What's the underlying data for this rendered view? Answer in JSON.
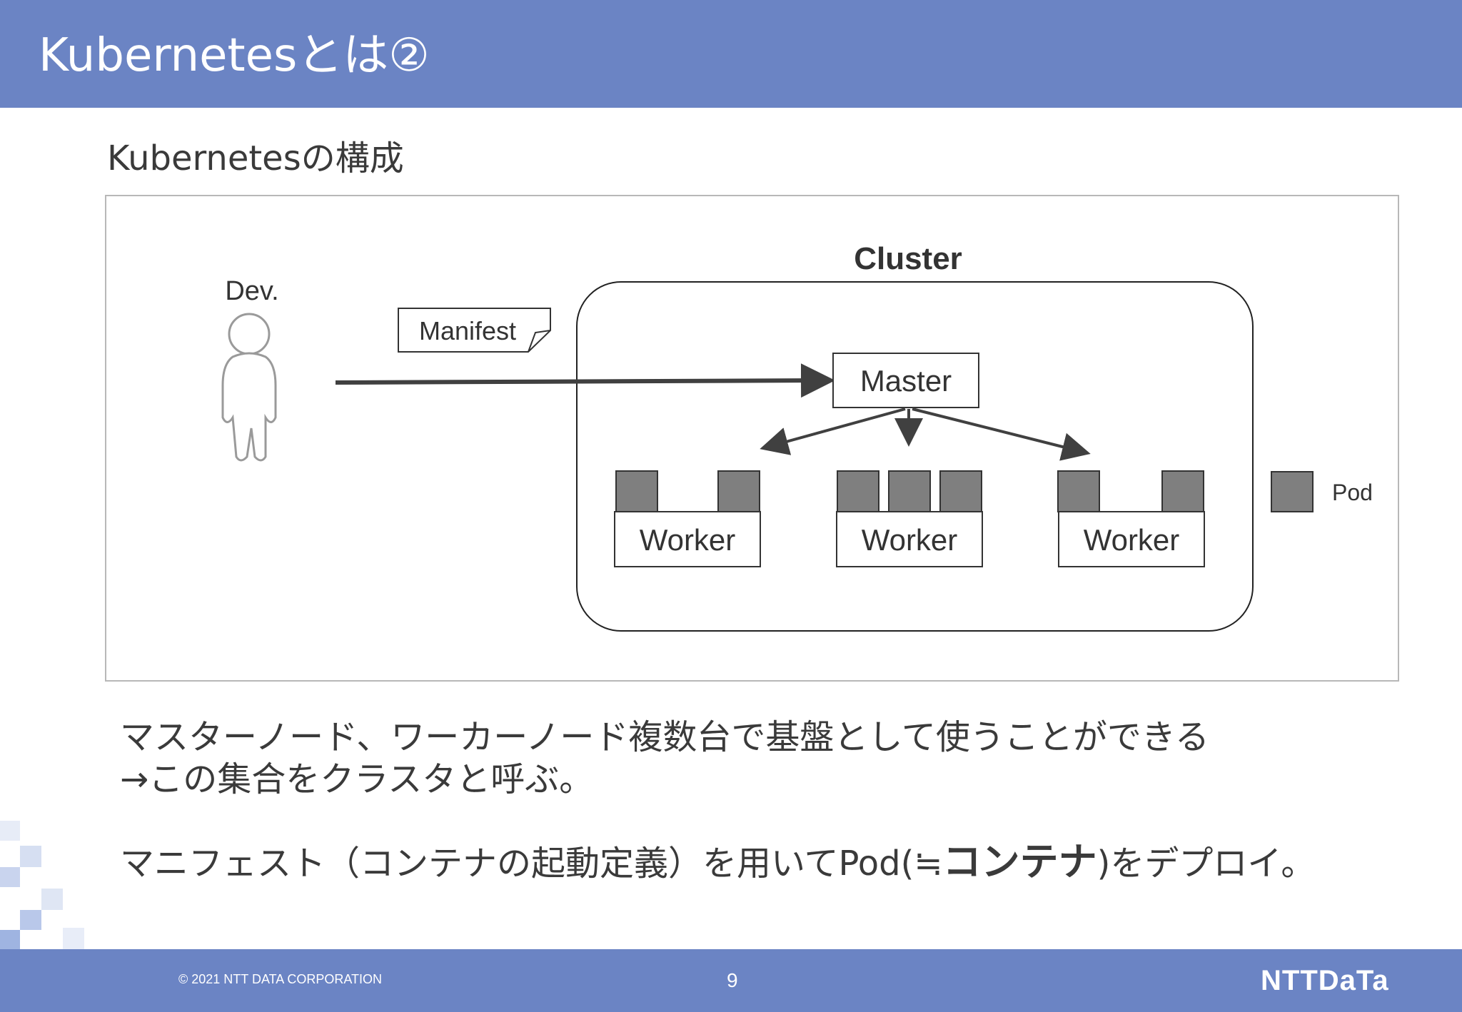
{
  "header": {
    "title": "Kubernetesとは②"
  },
  "section": {
    "subtitle": "Kubernetesの構成"
  },
  "diagram": {
    "cluster_label": "Cluster",
    "dev_label": "Dev.",
    "manifest_label": "Manifest",
    "master_label": "Master",
    "workers": [
      {
        "label": "Worker",
        "pods": 2
      },
      {
        "label": "Worker",
        "pods": 3
      },
      {
        "label": "Worker",
        "pods": 2
      }
    ],
    "legend_pod_label": "Pod"
  },
  "body": {
    "line1": "マスターノード、ワーカーノード複数台で基盤として使うことができる",
    "line2": "→この集合をクラスタと呼ぶ。",
    "line3_prefix": "マニフェスト（コンテナの起動定義）を用いてPod(≒",
    "line3_bold": "コンテナ",
    "line3_suffix": ")をデプロイ。"
  },
  "footer": {
    "copyright": "© 2021 NTT DATA CORPORATION",
    "page_number": "9",
    "logo": "NTTDaTa"
  },
  "colors": {
    "header_bg": "#6b84c4",
    "pod_fill": "#7f7f7f"
  }
}
